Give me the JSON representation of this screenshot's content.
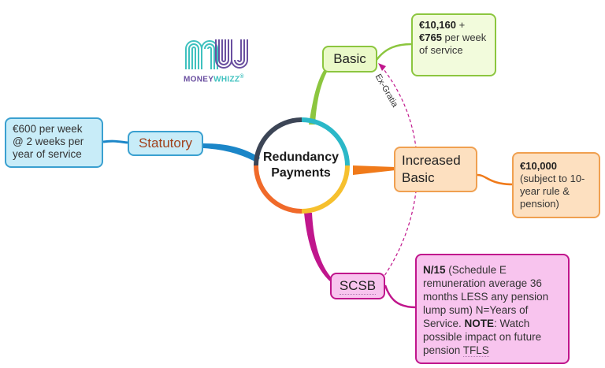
{
  "logo": {
    "brand_part1": "MONEY",
    "brand_part2": "WHIZZ",
    "trademark": "®",
    "colors": {
      "m": "#3fc1bf",
      "w": "#6a4fa0"
    }
  },
  "center": {
    "line1": "Redundancy",
    "line2": "Payments"
  },
  "branches": {
    "basic": {
      "label": "Basic",
      "color": "#8cc63f",
      "fill": "#eaf9c8",
      "detail_bold1": "€10,160",
      "detail_plus": " +",
      "detail_bold2": "€765",
      "detail_rest": " per week of service"
    },
    "statutory": {
      "label": "Statutory",
      "color": "#1b86c8",
      "fill": "#c8ecf8",
      "label_color": "#a0401a",
      "detail": "€600 per week @ 2 weeks per year of service"
    },
    "increased_basic": {
      "label_line1": "Increased",
      "label_line2": "Basic",
      "color": "#f07a1a",
      "fill": "#fde0c0",
      "detail_bold": "€10,000",
      "detail_rest": "(subject to 10-year rule & pension)"
    },
    "scsb": {
      "label": "SCSB",
      "color": "#c0168c",
      "fill": "#f8c4ee",
      "detail_bold1": "N/15",
      "detail_part1": " (Schedule E remuneration average 36 months LESS any pension lump sum) N=Years of Service. ",
      "detail_bold2": "NOTE",
      "detail_part2": ": Watch possible impact on future pension ",
      "detail_underlined": "TFLS"
    }
  },
  "relationship": {
    "label": "Ex-Gratia",
    "color": "#c0168c"
  }
}
